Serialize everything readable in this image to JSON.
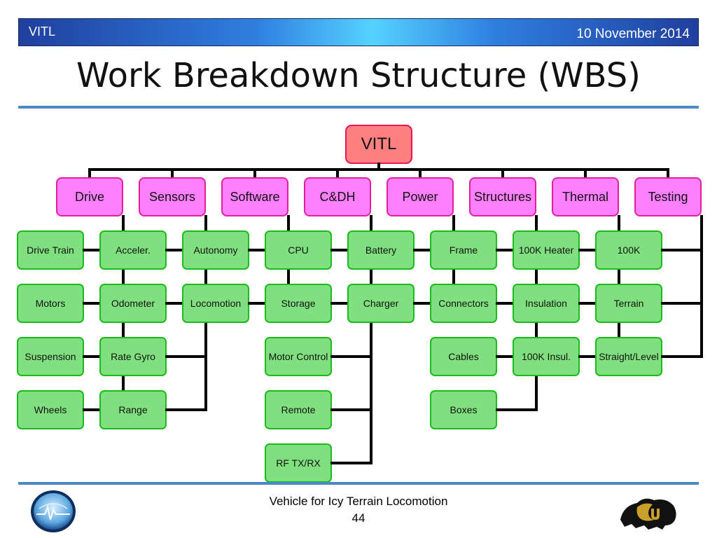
{
  "header": {
    "left": "VITL",
    "right": "10 November 2014"
  },
  "title": "Work Breakdown Structure (WBS)",
  "root": "VITL",
  "categories": [
    {
      "label": "Drive",
      "items": [
        "Drive Train",
        "Motors",
        "Suspension",
        "Wheels"
      ]
    },
    {
      "label": "Sensors",
      "items": [
        "Acceler.",
        "Odometer",
        "Rate Gyro",
        "Range"
      ]
    },
    {
      "label": "Software",
      "items": [
        "Autonomy",
        "Locomotion"
      ]
    },
    {
      "label": "C&DH",
      "items": [
        "CPU",
        "Storage",
        "Motor Control",
        "Remote",
        "RF TX/RX"
      ]
    },
    {
      "label": "Power",
      "items": [
        "Battery",
        "Charger"
      ]
    },
    {
      "label": "Structures",
      "items": [
        "Frame",
        "Connectors",
        "Cables",
        "Boxes"
      ]
    },
    {
      "label": "Thermal",
      "items": [
        "100K Heater",
        "Insulation",
        "100K Insul."
      ]
    },
    {
      "label": "Testing",
      "items": [
        "100K",
        "Terrain",
        "Straight/Level"
      ]
    }
  ],
  "footer": {
    "text": "Vehicle for Icy Terrain Locomotion",
    "page": "44"
  },
  "colors": {
    "root_fill": "#ff8080",
    "category_fill": "#ff80ff",
    "item_fill": "#80e080",
    "rule": "#4a8ac8",
    "header_gradient_mid": "#55d2ff"
  },
  "icons": {
    "left_logo": "vitl-logo-icon",
    "right_logo": "cu-buffalo-logo-icon"
  }
}
